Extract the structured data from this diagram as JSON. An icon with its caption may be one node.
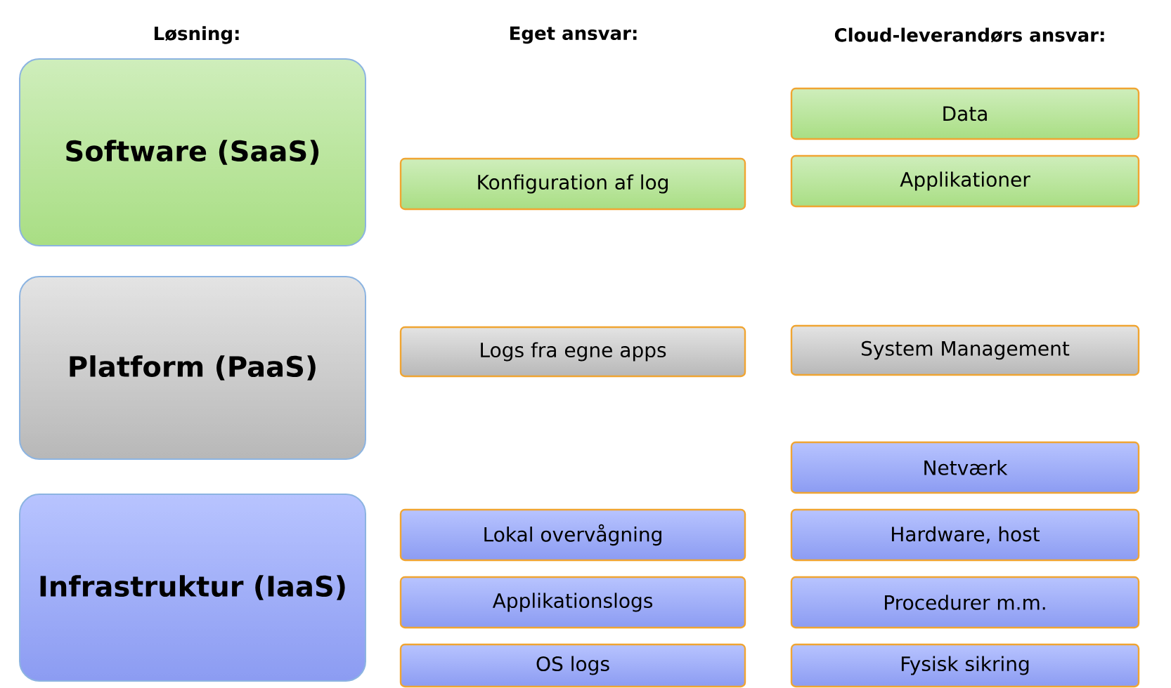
{
  "diagram": {
    "nodes": [
      {
        "text": [
          "Software (SaaS)"
        ]
      },
      {
        "text": [
          "Platform (PaaS)"
        ]
      },
      {
        "text": [
          "Infrastruktur (IaaS)"
        ]
      },
      {
        "text": [
          "Konfiguration af log"
        ]
      },
      {
        "text": [
          "Logs fra egne apps"
        ]
      },
      {
        "text": [
          "Lokal overvågning"
        ]
      },
      {
        "text": [
          "Applikationslogs"
        ]
      },
      {
        "text": [
          "OS logs"
        ]
      },
      {
        "text": [
          "Data"
        ]
      },
      {
        "text": [
          "Applikationer"
        ]
      },
      {
        "text": [
          "System Management"
        ]
      },
      {
        "text": [
          "Netværk"
        ]
      },
      {
        "text": [
          "Hardware, host"
        ]
      },
      {
        "text": [
          "Procedurer m.m."
        ]
      },
      {
        "text": [
          "Fysisk sikring"
        ]
      }
    ],
    "labels": [
      "Løsning:",
      "Eget ansvar:",
      "Cloud-leverandørs ansvar:"
    ]
  }
}
